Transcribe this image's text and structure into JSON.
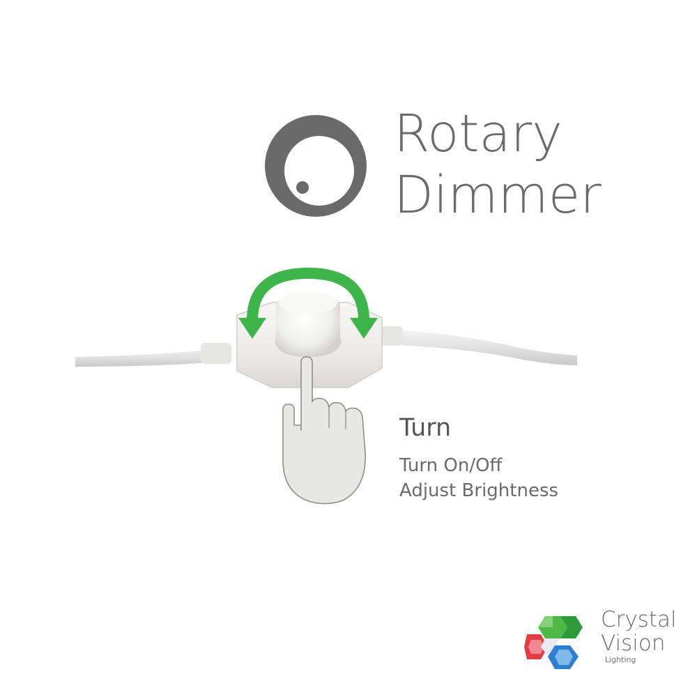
{
  "header": {
    "title_line1": "Rotary",
    "title_line2": "Dimmer",
    "icon": "rotary-knob-icon"
  },
  "illustration": {
    "device_icon": "inline-dimmer-switch",
    "arrow_icon": "rotate-arrow-icon",
    "hand_icon": "pointing-hand-icon"
  },
  "instructions": {
    "heading": "Turn",
    "line1": "Turn On/Off",
    "line2": "Adjust Brightness"
  },
  "brand": {
    "name_line1": "Crystal",
    "name_line2": "Vision",
    "tagline": "Lighting"
  },
  "colors": {
    "title_gray": "#6a6a6a",
    "arrow_green": "#3db54a",
    "background": "#ffffff"
  }
}
